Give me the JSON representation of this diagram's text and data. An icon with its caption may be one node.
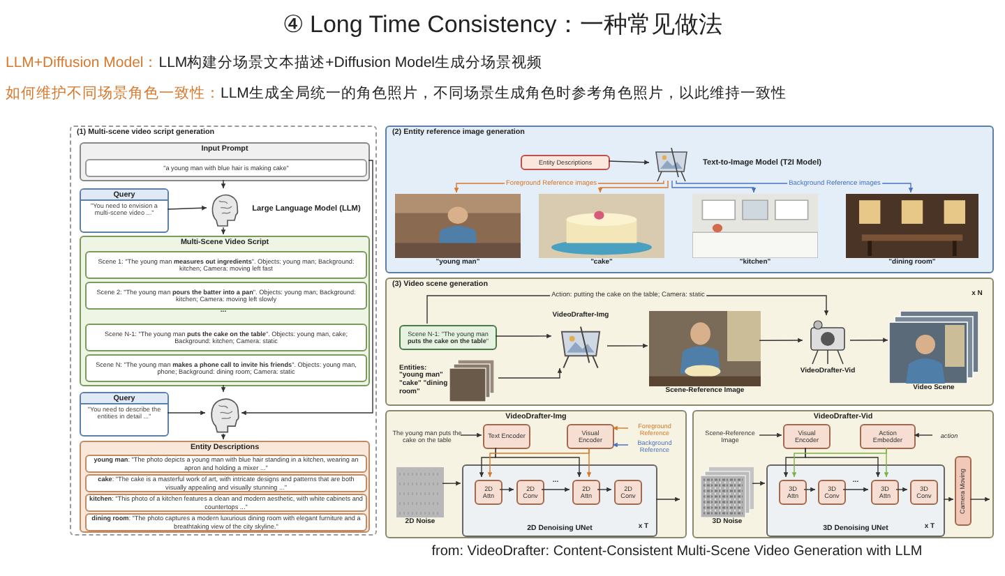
{
  "diagram": {
    "title": "④ Long Time Consistency：一种常见做法",
    "caption": "from: VideoDrafter: Content-Consistent Multi-Scene Video Generation with LLM",
    "nodes": [
      {
        "text": [
          "(1) Multi-scene video script generation"
        ]
      },
      {
        "text": [
          "Input Prompt"
        ],
        "in": 0
      },
      {
        "text": [
          "\"a young man with blue hair is making cake\""
        ],
        "in": 1
      },
      {
        "text": [
          "Query",
          "\"You need to envision a multi-scene video ...\""
        ],
        "in": 0
      },
      {
        "text": [],
        "shape": "picture",
        "beside": [
          "Large Language Model (LLM)"
        ],
        "in": 0
      },
      {
        "text": [
          "Multi-Scene Video Script"
        ],
        "in": 0
      },
      {
        "text": [
          "Scene 1: \"The young man **measures out ingredients**\". Objects: young man; Background: kitchen; Camera: moving left fast"
        ],
        "in": 5
      },
      {
        "text": [
          "Scene 2: \"The young man **pours the batter into a pan**\". Objects: young man; Background: kitchen; Camera: moving left slowly"
        ],
        "in": 5
      },
      {
        "text": [
          "Scene N-1: \"The young man **puts the cake on the table**\". Objects: young man, cake; Background: kitchen; Camera: static"
        ],
        "in": 5
      },
      {
        "text": [
          "Scene N: \"The young man **makes a phone call to invite his friends**\". Objects: young man, phone; Background: dining room; Camera: static"
        ],
        "in": 5
      },
      {
        "text": [
          "Query",
          "\"You need to describe the entities in detail ...\""
        ],
        "in": 0
      },
      {
        "text": [],
        "shape": "picture",
        "in": 0
      },
      {
        "text": [
          "Entity Descriptions"
        ],
        "in": 0
      },
      {
        "text": [
          "**young man**: \"The photo depicts a young man with blue hair standing in a kitchen, wearing an apron and holding a mixer ...\""
        ],
        "in": 12
      },
      {
        "text": [
          "**cake**: \"The cake is a masterful work of art, with intricate designs and patterns that are both visually appealing and visually stunning ...\""
        ],
        "in": 12
      },
      {
        "text": [
          "**kitchen**: \"This photo of a kitchen features a clean and modern aesthetic, with white cabinets and countertops ...\""
        ],
        "in": 12
      },
      {
        "text": [
          "**dining room**: \"The photo captures a modern luxurious dining room with elegant furniture and a breathtaking view of the city skyline.\""
        ],
        "in": 12
      },
      {
        "text": [
          "(2) Entity reference image generation"
        ]
      },
      {
        "text": [
          "Entity Descriptions"
        ],
        "in": 17
      },
      {
        "text": [],
        "shape": "picture",
        "beside": [
          "Text-to-Image Model (T2I Model)"
        ],
        "in": 17
      },
      {
        "text": [],
        "shape": "picture",
        "beside": [
          "\"young man\""
        ],
        "in": 17
      },
      {
        "text": [],
        "shape": "picture",
        "beside": [
          "\"cake\""
        ],
        "in": 17
      },
      {
        "text": [],
        "shape": "picture",
        "beside": [
          "\"kitchen\""
        ],
        "in": 17
      },
      {
        "text": [],
        "shape": "picture",
        "beside": [
          "\"dining room\""
        ],
        "in": 17
      },
      {
        "text": [
          "(3) Video scene generation"
        ]
      },
      {
        "text": [
          "Scene N-1: \"The young man **puts the cake on the table**\""
        ],
        "in": 24
      },
      {
        "text": [
          "Entities: \"young man\" \"cake\" \"dining room\""
        ],
        "in": 24
      },
      {
        "text": [],
        "shape": "picture",
        "beside": [
          "VideoDrafter-Img"
        ],
        "in": 24
      },
      {
        "text": [],
        "shape": "picture",
        "beside": [
          "Scene-Reference Image"
        ],
        "in": 24
      },
      {
        "text": [],
        "shape": "picture",
        "beside": [
          "VideoDrafter-Vid"
        ],
        "in": 24
      },
      {
        "text": [],
        "shape": "picture",
        "beside": [
          "Video Scene"
        ],
        "in": 24
      },
      {
        "text": [
          "VideoDrafter-Img"
        ]
      },
      {
        "text": [
          "The young man puts the cake on the table"
        ],
        "in": 31
      },
      {
        "text": [
          "Text Encoder"
        ],
        "in": 31
      },
      {
        "text": [
          "Visual Encoder"
        ],
        "in": 31
      },
      {
        "text": [
          "Foreground Reference"
        ],
        "in": 31
      },
      {
        "text": [
          "Background Reference"
        ],
        "in": 31
      },
      {
        "text": [],
        "shape": "picture",
        "beside": [
          "2D Noise"
        ],
        "in": 31
      },
      {
        "text": [
          "2D Denoising UNet"
        ],
        "in": 31
      },
      {
        "text": [
          "2D Attn"
        ],
        "in": 38
      },
      {
        "text": [
          "2D Conv"
        ],
        "in": 38
      },
      {
        "text": [
          "2D Attn"
        ],
        "in": 38
      },
      {
        "text": [
          "2D Conv"
        ],
        "in": 38
      },
      {
        "text": [
          "VideoDrafter-Vid"
        ]
      },
      {
        "text": [
          "Scene-Reference Image"
        ],
        "in": 43
      },
      {
        "text": [
          "Visual Encoder"
        ],
        "in": 43
      },
      {
        "text": [
          "Action Embedder"
        ],
        "in": 43
      },
      {
        "text": [
          "action"
        ],
        "in": 43
      },
      {
        "text": [],
        "shape": "picture",
        "beside": [
          "3D Noise"
        ],
        "in": 43
      },
      {
        "text": [
          "3D Denoising UNet"
        ],
        "in": 43
      },
      {
        "text": [
          "3D Attn"
        ],
        "in": 49
      },
      {
        "text": [
          "3D Conv"
        ],
        "in": 49
      },
      {
        "text": [
          "3D Attn"
        ],
        "in": 49
      },
      {
        "text": [
          "3D Conv"
        ],
        "in": 49
      },
      {
        "text": [
          "Camera Moving"
        ],
        "in": 43
      }
    ],
    "edges": [
      {
        "from": 1,
        "to": 4,
        "arrow": "to"
      },
      {
        "from": 3,
        "to": 4,
        "arrow": "to"
      },
      {
        "from": 4,
        "to": 5,
        "arrow": "to"
      },
      {
        "from": 5,
        "to": 11,
        "arrow": "to"
      },
      {
        "from": 10,
        "to": 11,
        "arrow": "to"
      },
      {
        "from": 11,
        "to": 12,
        "arrow": "to"
      },
      {
        "from": 1,
        "to": 11,
        "arrow": "to"
      },
      {
        "from": 18,
        "to": 19,
        "arrow": "to"
      },
      {
        "from": 19,
        "to": 20,
        "arrow": "to",
        "label": "Foreground Reference images",
        "color": "#d9772b"
      },
      {
        "from": 19,
        "to": 21,
        "arrow": "to",
        "color": "#d9772b"
      },
      {
        "from": 19,
        "to": 22,
        "arrow": "to",
        "color": "#4a72c4"
      },
      {
        "from": 19,
        "to": 23,
        "arrow": "to",
        "label": "Background Reference images",
        "color": "#4a72c4"
      },
      {
        "from": 25,
        "to": 27,
        "arrow": "to"
      },
      {
        "from": 26,
        "to": 27,
        "arrow": "to"
      },
      {
        "from": 27,
        "to": 28,
        "arrow": "to"
      },
      {
        "from": 28,
        "to": 29,
        "arrow": "to"
      },
      {
        "from": 29,
        "to": 30,
        "arrow": "to"
      },
      {
        "from": 25,
        "to": 29,
        "arrow": "to",
        "label": "Action: putting the cake on the table; Camera: static"
      },
      {
        "from": 32,
        "to": 33,
        "arrow": "to"
      },
      {
        "from": 35,
        "to": 34,
        "arrow": "to",
        "color": "#d9772b"
      },
      {
        "from": 36,
        "to": 34,
        "arrow": "to",
        "color": "#4a72c4"
      },
      {
        "from": 37,
        "to": 38,
        "arrow": "to"
      },
      {
        "from": 33,
        "to": 39,
        "arrow": "to"
      },
      {
        "from": 33,
        "to": 41,
        "arrow": "to"
      },
      {
        "from": 34,
        "to": 39,
        "arrow": "to",
        "color": "#d9772b"
      },
      {
        "from": 34,
        "to": 41,
        "arrow": "to",
        "color": "#d9772b"
      },
      {
        "from": 39,
        "to": 40,
        "arrow": "to"
      },
      {
        "from": 40,
        "to": 41,
        "arrow": "to"
      },
      {
        "from": 41,
        "to": 42,
        "arrow": "to"
      },
      {
        "from": 38,
        "to": null,
        "arrow": "to"
      },
      {
        "from": 44,
        "to": 45,
        "arrow": "to"
      },
      {
        "from": 47,
        "to": 46,
        "arrow": "to"
      },
      {
        "from": 48,
        "to": 49,
        "arrow": "to"
      },
      {
        "from": 45,
        "to": 50,
        "arrow": "to"
      },
      {
        "from": 45,
        "to": 52,
        "arrow": "to"
      },
      {
        "from": 46,
        "to": 50,
        "arrow": "to",
        "color": "#7cb342"
      },
      {
        "from": 46,
        "to": 52,
        "arrow": "to",
        "color": "#7cb342"
      },
      {
        "from": 50,
        "to": 51,
        "arrow": "to"
      },
      {
        "from": 51,
        "to": 52,
        "arrow": "to"
      },
      {
        "from": 52,
        "to": 53,
        "arrow": "to"
      },
      {
        "from": 49,
        "to": 54,
        "arrow": "to"
      },
      {
        "from": 54,
        "to": null,
        "arrow": "to"
      }
    ],
    "labels": [
      "LLM+Diffusion Model：",
      "LLM构建分场景文本描述+Diffusion Model生成分场景视频",
      "如何维护不同场景角色一致性：",
      "LLM生成全局统一的角色照片，不同场景生成角色时参考角色照片，以此维持一致性",
      "...",
      "x N",
      "...",
      "x T",
      "...",
      "x T"
    ]
  }
}
